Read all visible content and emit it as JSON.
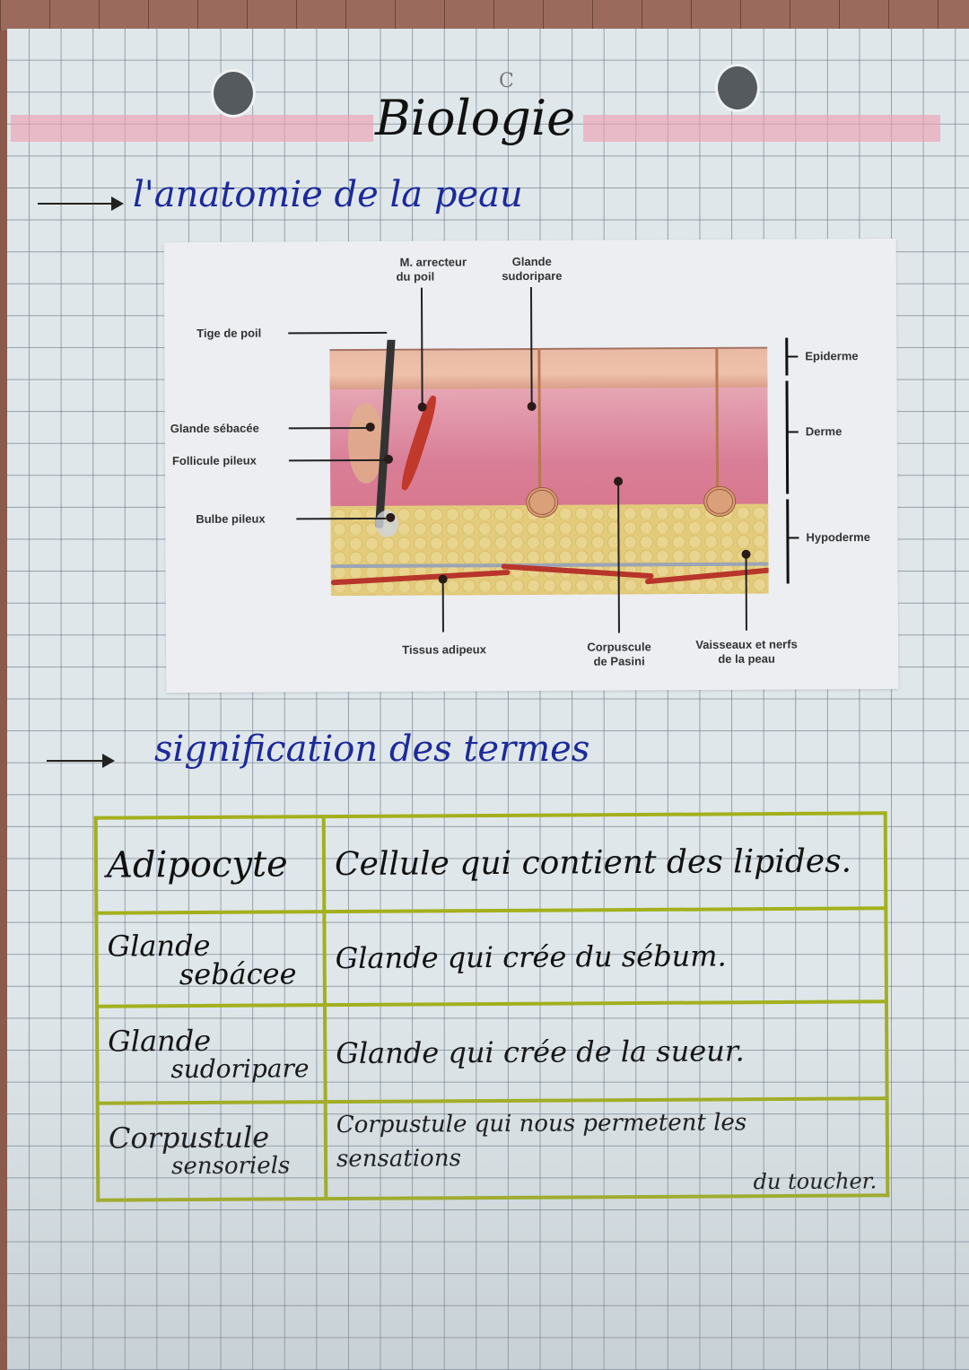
{
  "page": {
    "subject_title": "Biologie",
    "corner_mark": "C",
    "highlight_color": "#eca0b4",
    "ink_blue": "#1c2a9a",
    "table_border_color": "#a3b01c"
  },
  "section1": {
    "arrow": "arrow-right-hollow",
    "heading": "l'anatomie de la peau"
  },
  "diagram": {
    "labels_left": [
      {
        "text": "Tige de poil"
      },
      {
        "text": "Glande sébacée"
      },
      {
        "text": "Follicule pileux"
      },
      {
        "text": "Bulbe pileux"
      }
    ],
    "labels_top": [
      {
        "line1": "M. arrecteur",
        "line2": "du poil"
      },
      {
        "line1": "Glande",
        "line2": "sudoripare"
      }
    ],
    "labels_right": [
      {
        "text": "Epiderme"
      },
      {
        "text": "Derme"
      },
      {
        "text": "Hypoderme"
      }
    ],
    "labels_bottom": [
      {
        "line1": "Tissus adipeux"
      },
      {
        "line1": "Corpuscule",
        "line2": "de Pasini"
      },
      {
        "line1": "Vaisseaux et nerfs",
        "line2": "de la peau"
      }
    ]
  },
  "section2": {
    "arrow": "arrow-right-hollow",
    "heading": "signification des termes"
  },
  "terms_table": {
    "rows": [
      {
        "term_line1": "Adipocyte",
        "term_line2": "",
        "definition": "Cellule qui contient des lipides.",
        "definition_line2": ""
      },
      {
        "term_line1": "Glande",
        "term_line2": "sebácee",
        "definition": "Glande qui crée du sébum.",
        "definition_line2": ""
      },
      {
        "term_line1": "Glande",
        "term_line2": "sudoripare",
        "definition": "Glande qui crée de la sueur.",
        "definition_line2": ""
      },
      {
        "term_line1": "Corpustule",
        "term_line2": "sensoriels",
        "definition": "Corpustule qui nous permetent les sensations",
        "definition_line2": "du toucher."
      }
    ]
  }
}
